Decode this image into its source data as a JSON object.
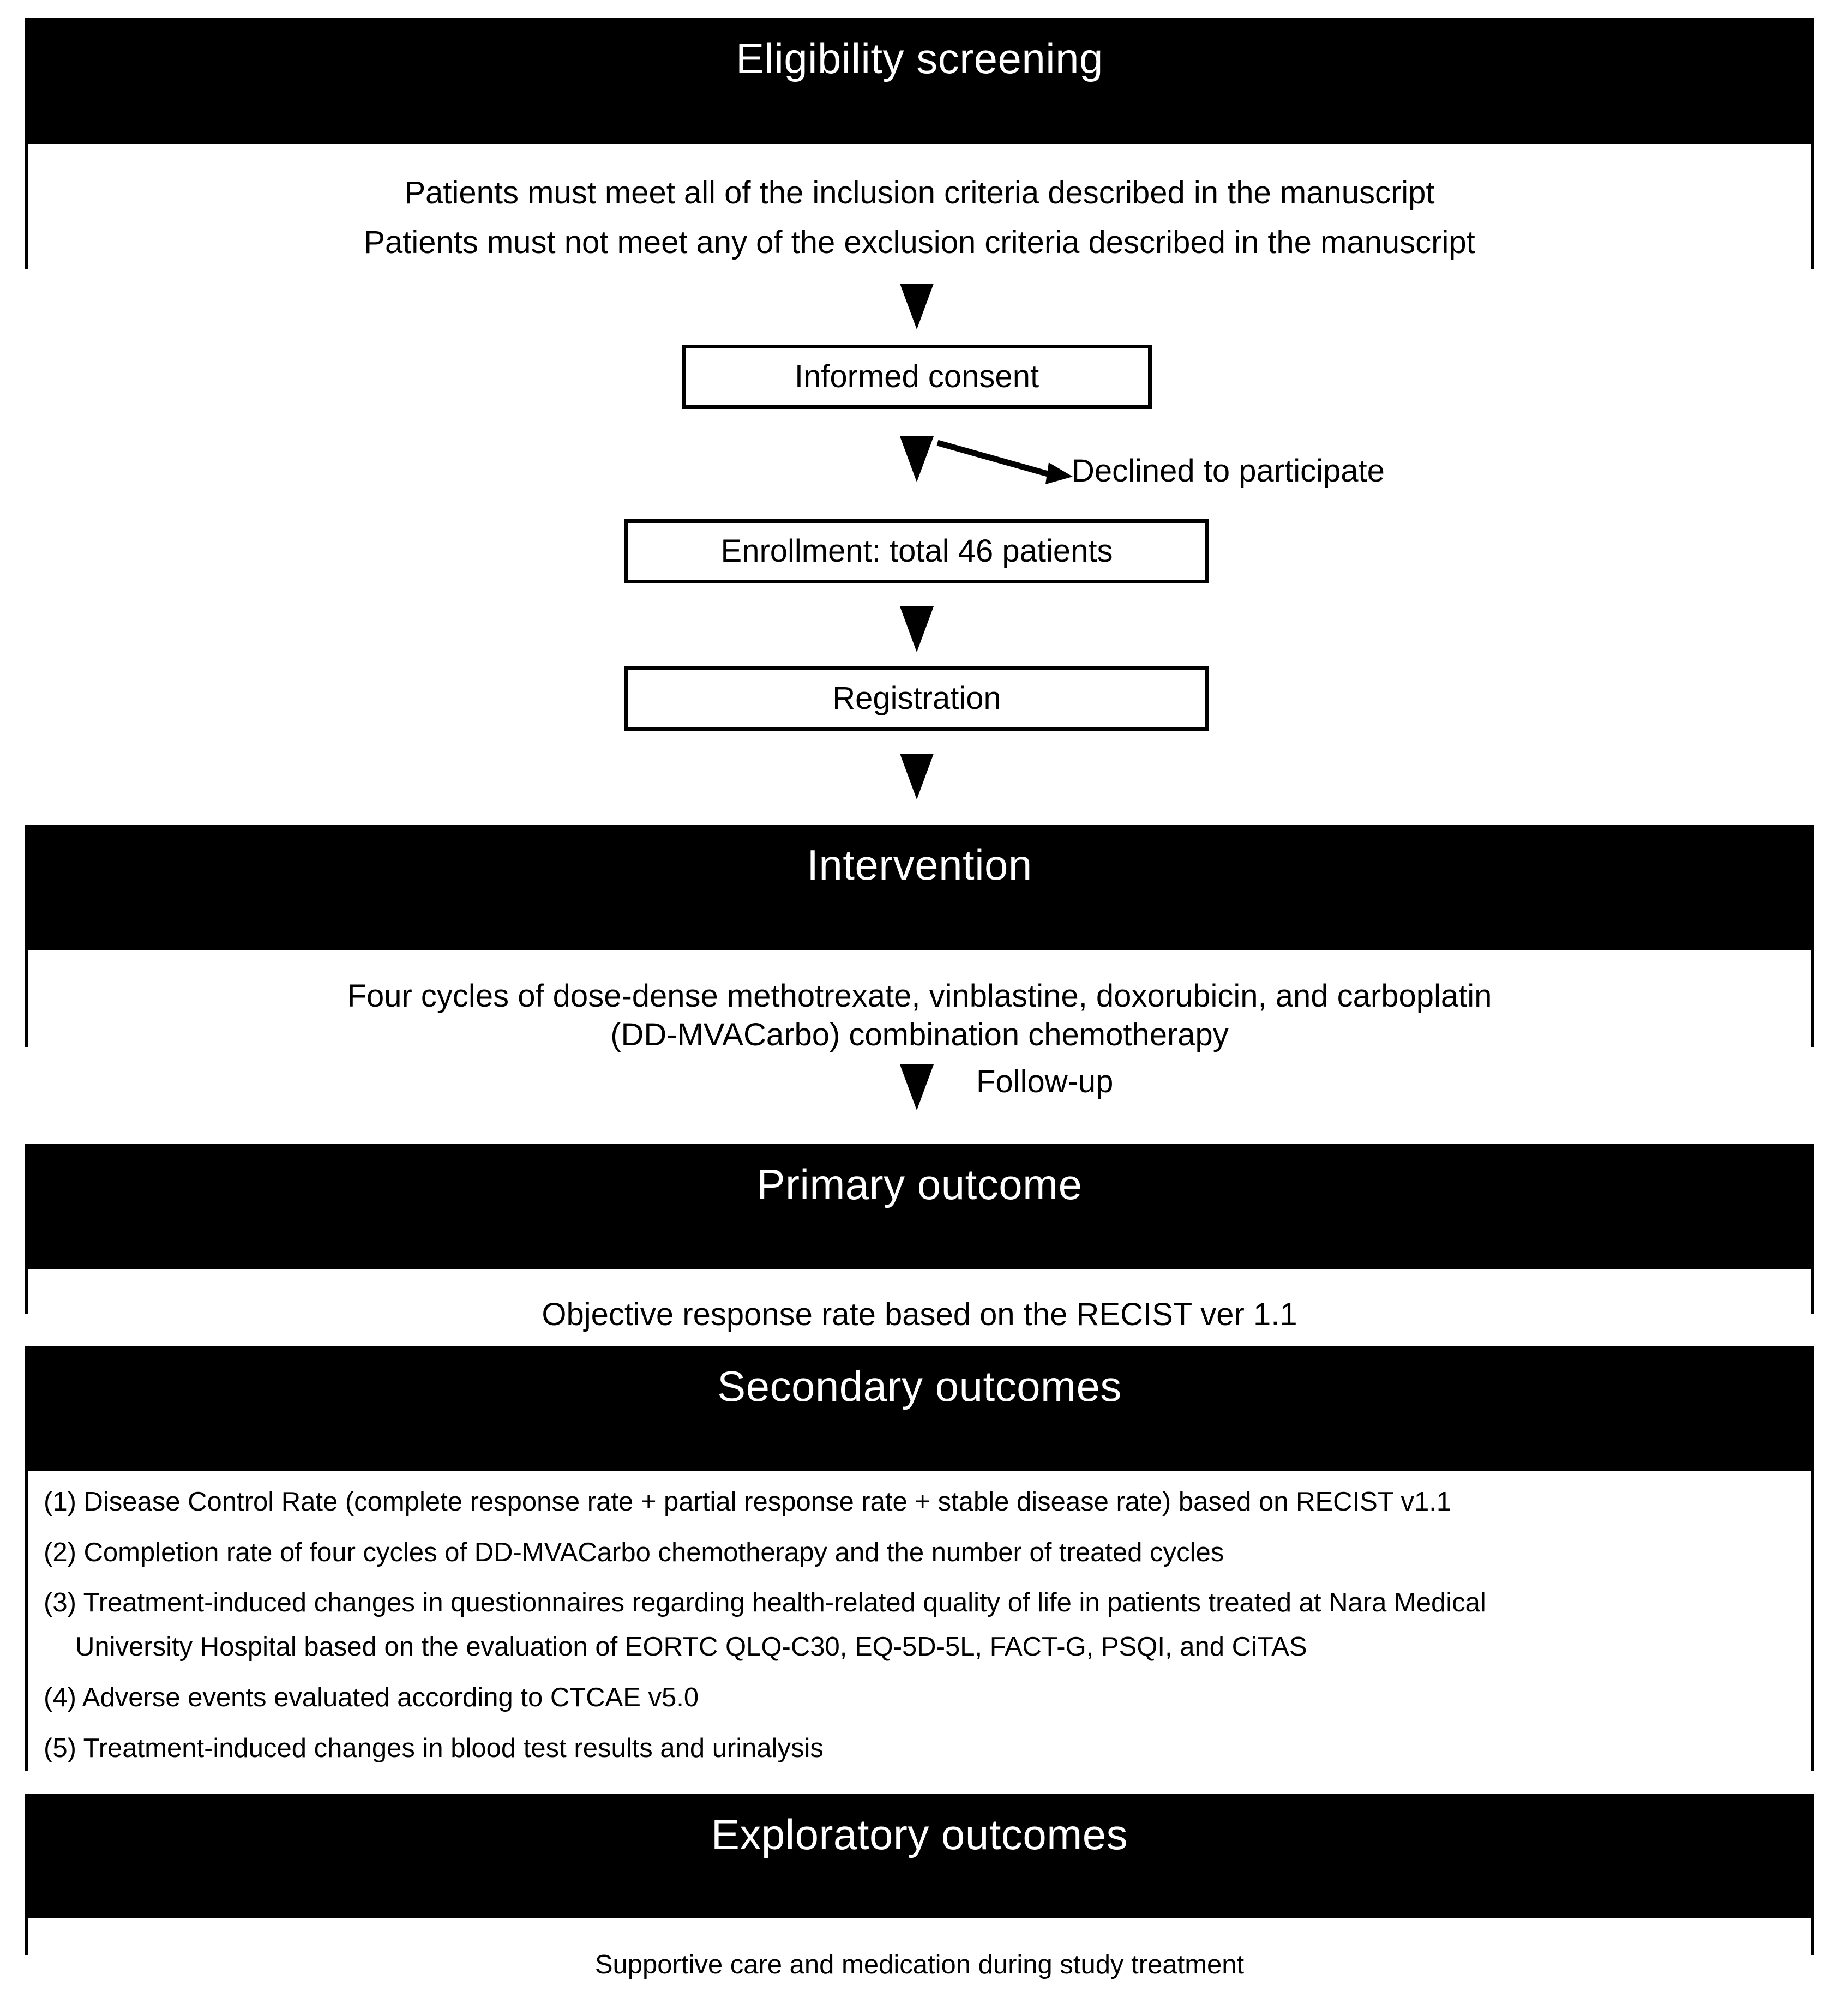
{
  "sections": {
    "eligibility": {
      "header": "Eligibility screening",
      "line1": "Patients must meet all of the inclusion criteria described in the manuscript",
      "line2": "Patients must not meet any of the exclusion criteria described in the manuscript"
    },
    "informed_consent": {
      "label": "Informed consent"
    },
    "declined": {
      "label": "Declined to participate"
    },
    "enrollment": {
      "label": "Enrollment:  total 46 patients"
    },
    "registration": {
      "label": "Registration"
    },
    "intervention": {
      "header": "Intervention",
      "line1": "Four cycles of dose-dense methotrexate, vinblastine, doxorubicin, and carboplatin",
      "line2": "(DD-MVACarbo) combination chemotherapy"
    },
    "followup": {
      "label": "Follow-up"
    },
    "primary_outcome": {
      "header": "Primary outcome",
      "line1": "Objective response rate based on the RECIST ver 1.1"
    },
    "secondary_outcomes": {
      "header": "Secondary outcomes",
      "items": [
        "(1) Disease Control Rate (complete response rate + partial response rate + stable disease rate) based on RECIST v1.1",
        "(2) Completion rate of four cycles of DD-MVACarbo chemotherapy and the number of treated cycles",
        "(3) Treatment-induced changes in questionnaires regarding health-related quality of life in patients treated at Nara Medical",
        "University Hospital based on the evaluation of EORTC QLQ-C30, EQ-5D-5L, FACT-G, PSQI, and CiTAS",
        "(4) Adverse events evaluated according to CTCAE v5.0",
        "(5) Treatment-induced changes in blood test results and urinalysis"
      ]
    },
    "exploratory_outcomes": {
      "header": "Exploratory outcomes",
      "line1": "Supportive care and medication during study treatment"
    }
  },
  "colors": {
    "header_bg": "#000000",
    "header_text": "#ffffff",
    "body_bg": "#ffffff",
    "body_text": "#000000",
    "border": "#000000"
  }
}
